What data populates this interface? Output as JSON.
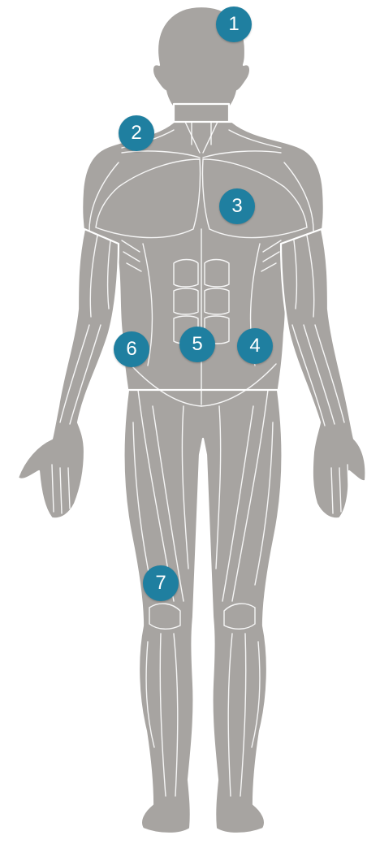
{
  "colors": {
    "background": "#ffffff",
    "body": "#a7a4a1",
    "muscle_lines": "#ffffff",
    "marker": "#1f7fa0",
    "marker_text": "#ffffff"
  },
  "markers": [
    {
      "id": "1",
      "label": "1"
    },
    {
      "id": "2",
      "label": "2"
    },
    {
      "id": "3",
      "label": "3"
    },
    {
      "id": "4",
      "label": "4"
    },
    {
      "id": "5",
      "label": "5"
    },
    {
      "id": "6",
      "label": "6"
    },
    {
      "id": "7",
      "label": "7"
    }
  ]
}
